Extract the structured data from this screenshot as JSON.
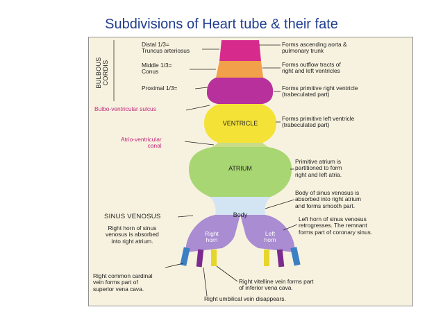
{
  "title": "Subdivisions of Heart tube & their fate",
  "colors": {
    "magenta": "#d62b8c",
    "orange": "#f2a04a",
    "purple": "#b7309b",
    "yellow": "#f5e236",
    "green": "#a8d672",
    "light_blue": "#d3e5f3",
    "violet": "#a98cd1",
    "vein_blue": "#3b7fc4",
    "vein_purple": "#7b2b8f",
    "vein_yellow": "#e6d62c",
    "title_blue": "#1f3d8f",
    "label_pink": "#c2287e"
  },
  "diagram": {
    "bulbous_cordis": "BULBOUS CORDIS",
    "left_labels": {
      "distal": "Distal 1/3=\nTruncus arteriosus",
      "middle": "Middle 1/3=\nConus",
      "proximal": "Proximal 1/3=",
      "bulbo_ventricular_sulcus": "Bulbo-ventricular sulcus",
      "atrio_ventricular_canal": "Atrio-ventricular\ncanal",
      "sinus_venosus": "SINUS VENOSUS",
      "right_horn_fate": "Right horn of sinus\nvenosus is absorbed\ninto right atrium.",
      "right_common_cardinal": "Right common cardinal\nvein forms part of\nsuperior vena cava."
    },
    "right_labels": {
      "aorta": "Forms ascending aorta &\npulmonary trunk",
      "outflow": "Forms outflow tracts  of\nright and left ventricles",
      "primitive_right_ventricle": "Forms primitive right ventricle\n(trabeculated part)",
      "primitive_left_ventricle": "Forms primitive left ventricle\n(trabeculated part)",
      "primitive_atrium": "Primitive atrium  is\npartitioned to form\nright and left atria.",
      "body_sinus": "Body of sinus venosus is\nabsorbed into right atrium\nand forms smooth part.",
      "left_horn_fate": "Left horn of sinus venosus\nretrogresses. The remnant\nforms part of coronary sinus."
    },
    "bottom_labels": {
      "right_vitelline": "Right vitelline vein forms part\nof inferior vena cava.",
      "right_umbilical": "Right umbilical vein disappears."
    },
    "parts": {
      "ventricle": "VENTRICLE",
      "atrium": "ATRIUM",
      "body": "Body",
      "right_horn": "Right\nhorn",
      "left_horn": "Left\nhorn"
    }
  }
}
